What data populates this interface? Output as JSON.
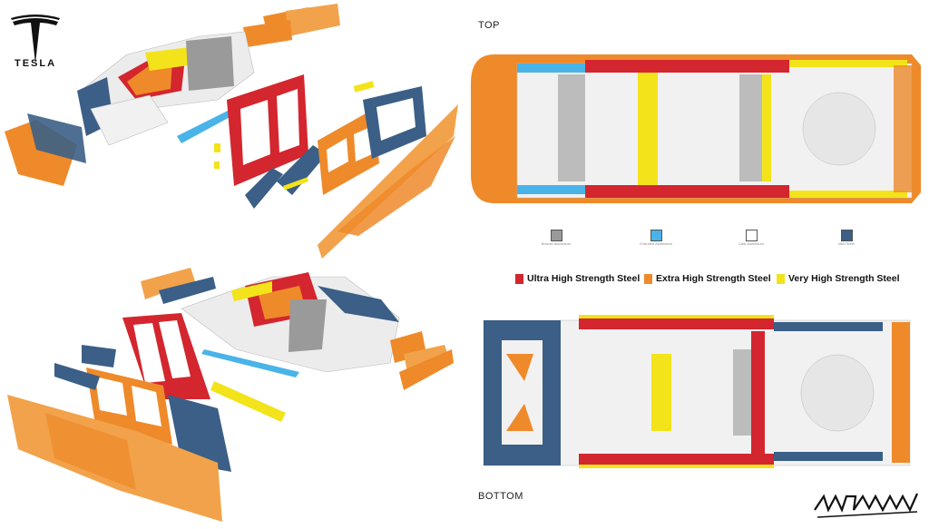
{
  "brand": {
    "wordmark": "TESLA"
  },
  "views": {
    "top_label": "TOP",
    "bottom_label": "BOTTOM"
  },
  "material_legend_small": [
    {
      "label": "Bronze Aluminium",
      "color": "#9a9a9a"
    },
    {
      "label": "Extruded Aluminium",
      "color": "#4ab3e8"
    },
    {
      "label": "Cast Aluminium",
      "color": "#ffffff"
    },
    {
      "label": "Mild Steel",
      "color": "#3b5f86"
    }
  ],
  "material_legend_main": [
    {
      "label": "Ultra High Strength Steel",
      "color": "#d3262e"
    },
    {
      "label": "Extra High Strength Steel",
      "color": "#ee8a2a"
    },
    {
      "label": "Very High Strength Steel",
      "color": "#f3e31a"
    }
  ],
  "signature": {
    "text": "CYBERTRUCK"
  },
  "colors": {
    "uhss": "#d3262e",
    "ehss": "#ee8a2a",
    "vhss": "#f3e31a",
    "mild": "#3b5f86",
    "extruded": "#4ab3e8",
    "cast": "#f1f1f1",
    "bronze": "#9a9a9a",
    "skin": "#f2a24a"
  }
}
